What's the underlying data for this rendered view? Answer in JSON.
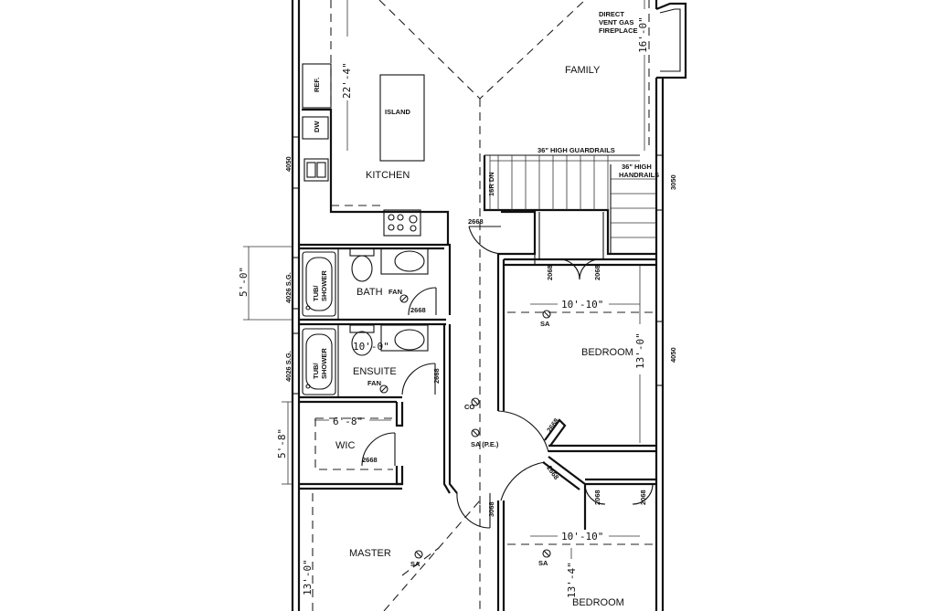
{
  "rooms": {
    "family": "FAMILY",
    "kitchen": "KITCHEN",
    "island": "ISLAND",
    "bath": "BATH",
    "ensuite": "ENSUITE",
    "wic": "WIC",
    "master": "MASTER",
    "bedroom_1": "BEDROOM",
    "bedroom_2": "BEDROOM"
  },
  "fixtures": {
    "fireplace": [
      "DIRECT",
      "VENT GAS",
      "FIREPLACE"
    ],
    "ref": "REF.",
    "dw": "DW",
    "tub_bath": [
      "TUB/",
      "SHOWER"
    ],
    "tub_ensuite": [
      "TUB/",
      "SHOWER"
    ],
    "fan_bath": "FAN",
    "fan_ensuite": "FAN",
    "guardrails": "36\" HIGH GUARDRAILS",
    "handrails": [
      "36\" HIGH",
      "HANDRAILS"
    ],
    "stair": "16R DN",
    "sa_bedroom1": "SA",
    "sa_hall": "SA (P.E.)",
    "co_hall": "CO",
    "sa_master": "SA",
    "sa_bedroom2": "SA"
  },
  "dimensions": {
    "family_depth": "16'-0\"",
    "kitchen_depth": "22'-4\"",
    "bath_left": "5'-0\"",
    "ensuite_width": "10'-0\"",
    "wic_width": "6'-8\"",
    "wic_left": "5'-8\"",
    "master_depth": "13'-0\"",
    "bedroom1_width": "10'-10\"",
    "bedroom1_depth": "13'-0\"",
    "bedroom2_width": "10'-10\"",
    "bedroom2_depth": "13'-4\""
  },
  "windows": {
    "kitchen": "4050",
    "bath": "4026 S.G.",
    "ensuite": "4026 S.G.",
    "family": "3050",
    "bedroom1": "4050"
  },
  "doors": {
    "stair_landing": "2668",
    "bath": "2668",
    "ensuite": "2668",
    "wic": "2668",
    "closet1_left": "2068",
    "closet1_right": "2068",
    "bedroom1": "2668",
    "bedroom2": "2668",
    "closet2_left": "2068",
    "closet2_right": "2068",
    "master": "3068"
  }
}
